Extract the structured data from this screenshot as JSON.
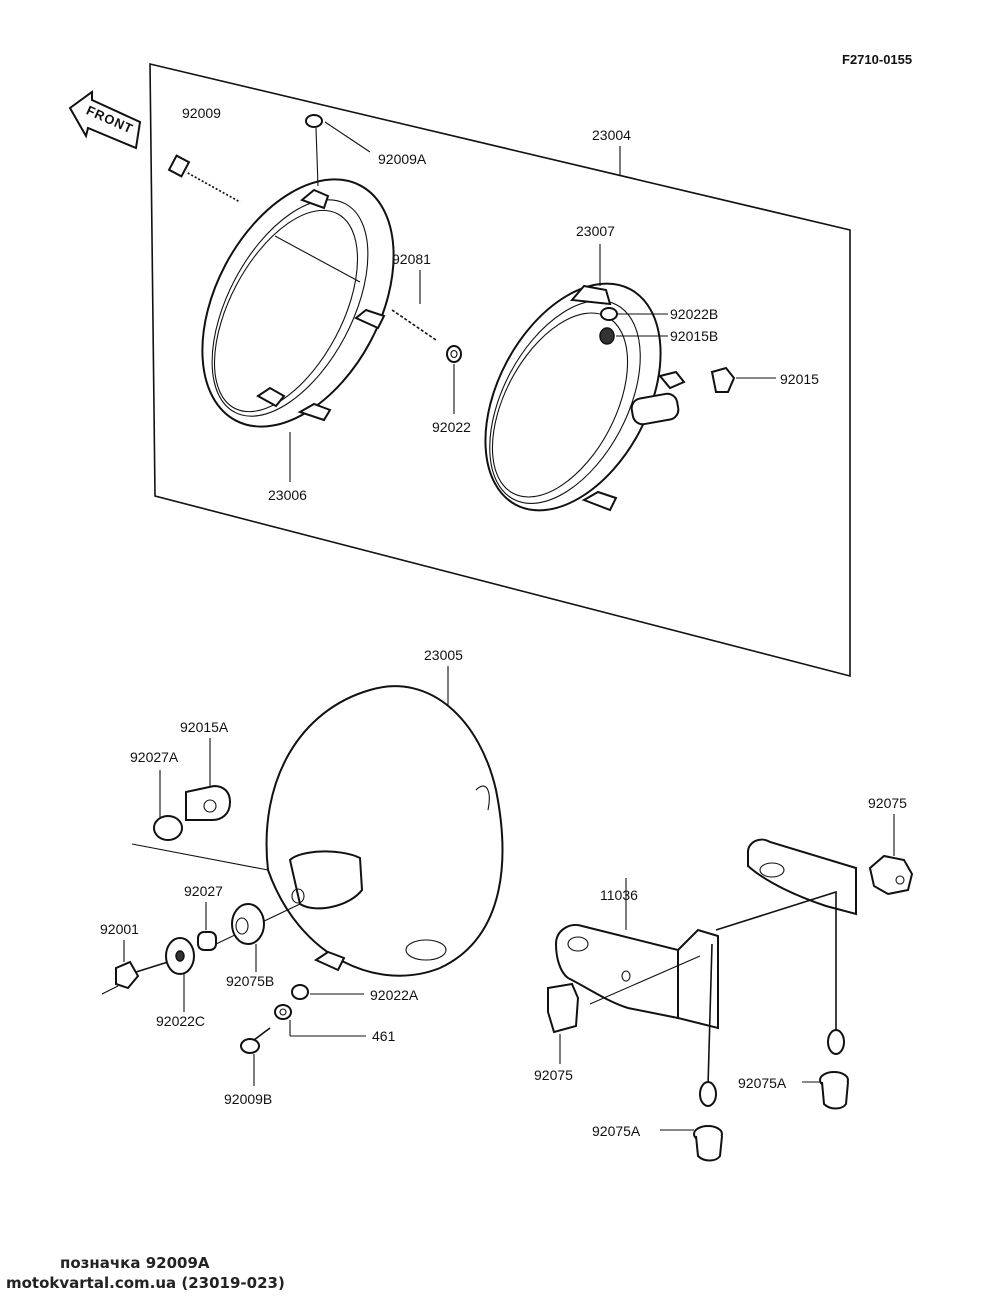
{
  "figure_code": "F2710-0155",
  "front_label": "FRONT",
  "parts": {
    "p92009": "92009",
    "p92009A": "92009A",
    "p23004": "23004",
    "p92081": "92081",
    "p23007": "23007",
    "p92022B": "92022B",
    "p92015B": "92015B",
    "p92015": "92015",
    "p92022": "92022",
    "p23006": "23006",
    "p23005": "23005",
    "p92015A": "92015A",
    "p92027A": "92027A",
    "p92075_top": "92075",
    "p92027": "92027",
    "p11036": "11036",
    "p92001": "92001",
    "p92075B": "92075B",
    "p92022A": "92022A",
    "p92022C": "92022C",
    "p461": "461",
    "p92075_bottom": "92075",
    "p92075A_right": "92075A",
    "p92009B": "92009B",
    "p92075A_bottom": "92075A"
  },
  "caption": {
    "line1": "позначка 92009A",
    "line2": "motokvartal.com.ua (23019-023)"
  },
  "colors": {
    "ink": "#111111",
    "background": "#ffffff"
  }
}
